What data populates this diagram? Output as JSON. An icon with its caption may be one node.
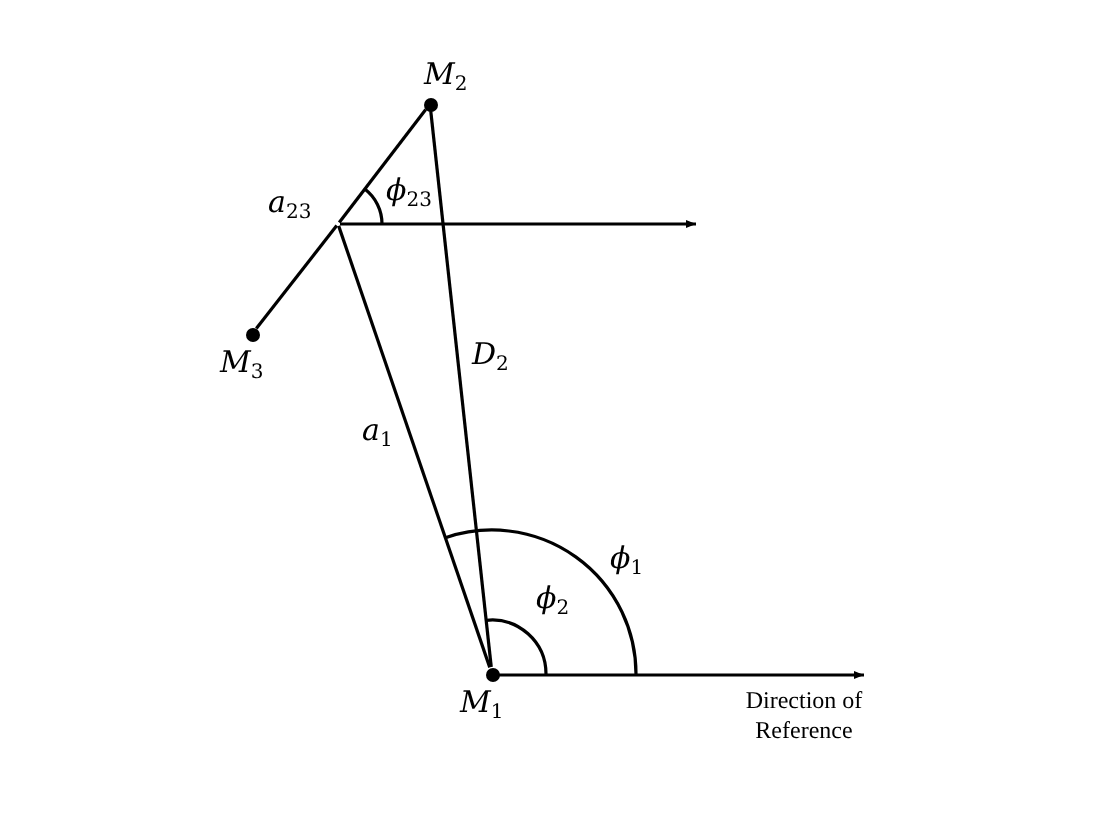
{
  "diagram": {
    "nodes": [
      {
        "text": [
          "*M*$_{1}$"
        ]
      },
      {
        "text": [
          "*M*$_{2}$"
        ]
      },
      {
        "text": [
          "*M*$_{3}$"
        ]
      },
      {
        "text": [
          "*a*$_{23}$"
        ]
      },
      {
        "text": [
          "Direction of Reference"
        ]
      }
    ],
    "edges": [
      {
        "from": 0,
        "to": 1,
        "arrow": "none",
        "label": "*D*$_{2}$"
      },
      {
        "from": 0,
        "to": 3,
        "arrow": "none",
        "label": "*a*$_{1}$"
      },
      {
        "from": 2,
        "to": 3,
        "arrow": "none"
      },
      {
        "from": 3,
        "to": 1,
        "arrow": "none"
      },
      {
        "from": 3,
        "to": null,
        "arrow": "to"
      },
      {
        "from": 0,
        "to": 4,
        "arrow": "to"
      }
    ],
    "labels": [
      "*ϕ*$_{23}$",
      "*ϕ*$_{1}$",
      "*ϕ*$_{2}$"
    ]
  }
}
